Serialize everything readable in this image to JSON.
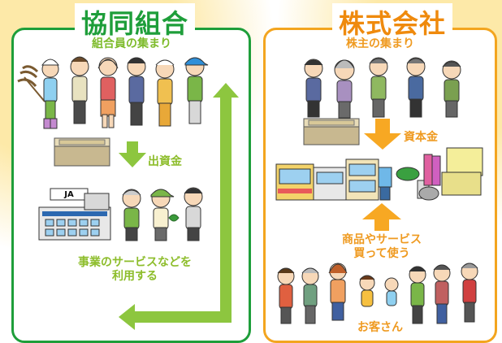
{
  "left_panel": {
    "title": "協同組合",
    "subtitle": "組合員の集まり",
    "capital_label": "出資金",
    "building_sign": "JA",
    "usage_line1": "事業のサービスなどを",
    "usage_line2": "利用する",
    "colors": {
      "border": "#1e9e3a",
      "arrow": "#8dc63f"
    }
  },
  "right_panel": {
    "title": "株式会社",
    "subtitle": "株主の集まり",
    "capital_label": "資本金",
    "purchase_line1": "商品やサービス",
    "purchase_line2": "買って使う",
    "customers_label": "お客さん",
    "colors": {
      "border": "#f3a51f",
      "arrow": "#f7a823"
    }
  }
}
